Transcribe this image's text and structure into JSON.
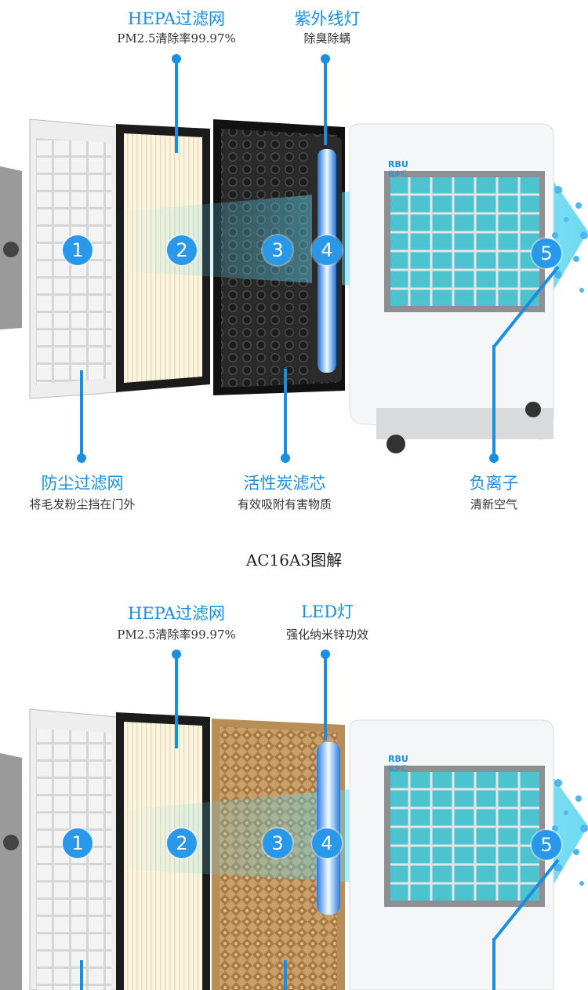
{
  "top": {
    "hepa_title": "HEPA过滤网",
    "hepa_sub": "PM2.5清除率99.97%",
    "uv_title": "紫外线灯",
    "uv_sub": "除臭除螨",
    "dust_title": "防尘过滤网",
    "dust_sub": "将毛发粉尘挡在门外",
    "carbon_title": "活性炭滤芯",
    "carbon_sub": "有效吸附有害物质",
    "ion_title": "负离子",
    "ion_sub": "清新空气",
    "badges": [
      "1",
      "2",
      "3",
      "4",
      "5"
    ],
    "brand": "RBU",
    "brand_sub": "锐步汇"
  },
  "diagram_title": "AC16A3图解",
  "bottom": {
    "hepa_title": "HEPA过滤网",
    "hepa_sub": "PM2.5清除率99.97%",
    "led_title": "LED灯",
    "led_sub": "强化纳米锌功效",
    "badges": [
      "1",
      "2",
      "3",
      "4",
      "5"
    ],
    "brand": "RBU",
    "brand_sub": "锐步汇"
  },
  "colors": {
    "accent": "#1a8fe0",
    "badge": "#2a98ea",
    "cyan_glow": "#5fd6f0"
  }
}
